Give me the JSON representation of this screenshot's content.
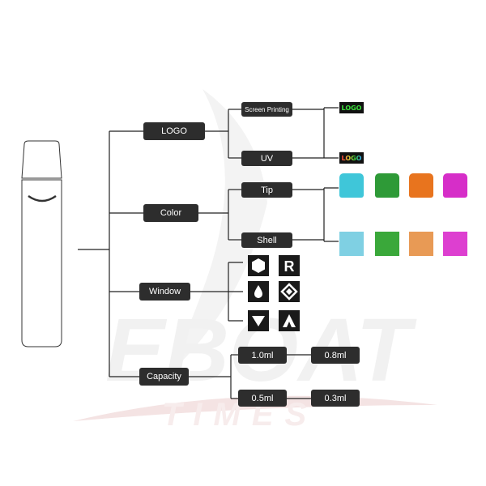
{
  "watermark": {
    "brand": "EBOAT",
    "sub": "TIMES"
  },
  "nodes": {
    "logo": "LOGO",
    "color": "Color",
    "window": "Window",
    "capacity": "Capacity",
    "screen_printing": "Screen Printing",
    "uv": "UV",
    "tip": "Tip",
    "shell": "Shell",
    "cap_1_0": "1.0ml",
    "cap_0_8": "0.8ml",
    "cap_0_5": "0.5ml",
    "cap_0_3": "0.3ml"
  },
  "logo_samples": {
    "screen": "LOGO",
    "uv": "LOGO"
  },
  "colors": {
    "tip": [
      "#3fc6d9",
      "#2e9a37",
      "#e8741e",
      "#d62ec8"
    ],
    "shell": [
      "#7fd0e3",
      "#3aa83a",
      "#e89a55",
      "#dd3fd0"
    ]
  },
  "window_icons": [
    "hexagon-icon",
    "letter-r-icon",
    "drop-icon",
    "square-logo-icon",
    "triangle-down-icon",
    "a-mark-icon"
  ],
  "window_letters": {
    "r": "R"
  }
}
